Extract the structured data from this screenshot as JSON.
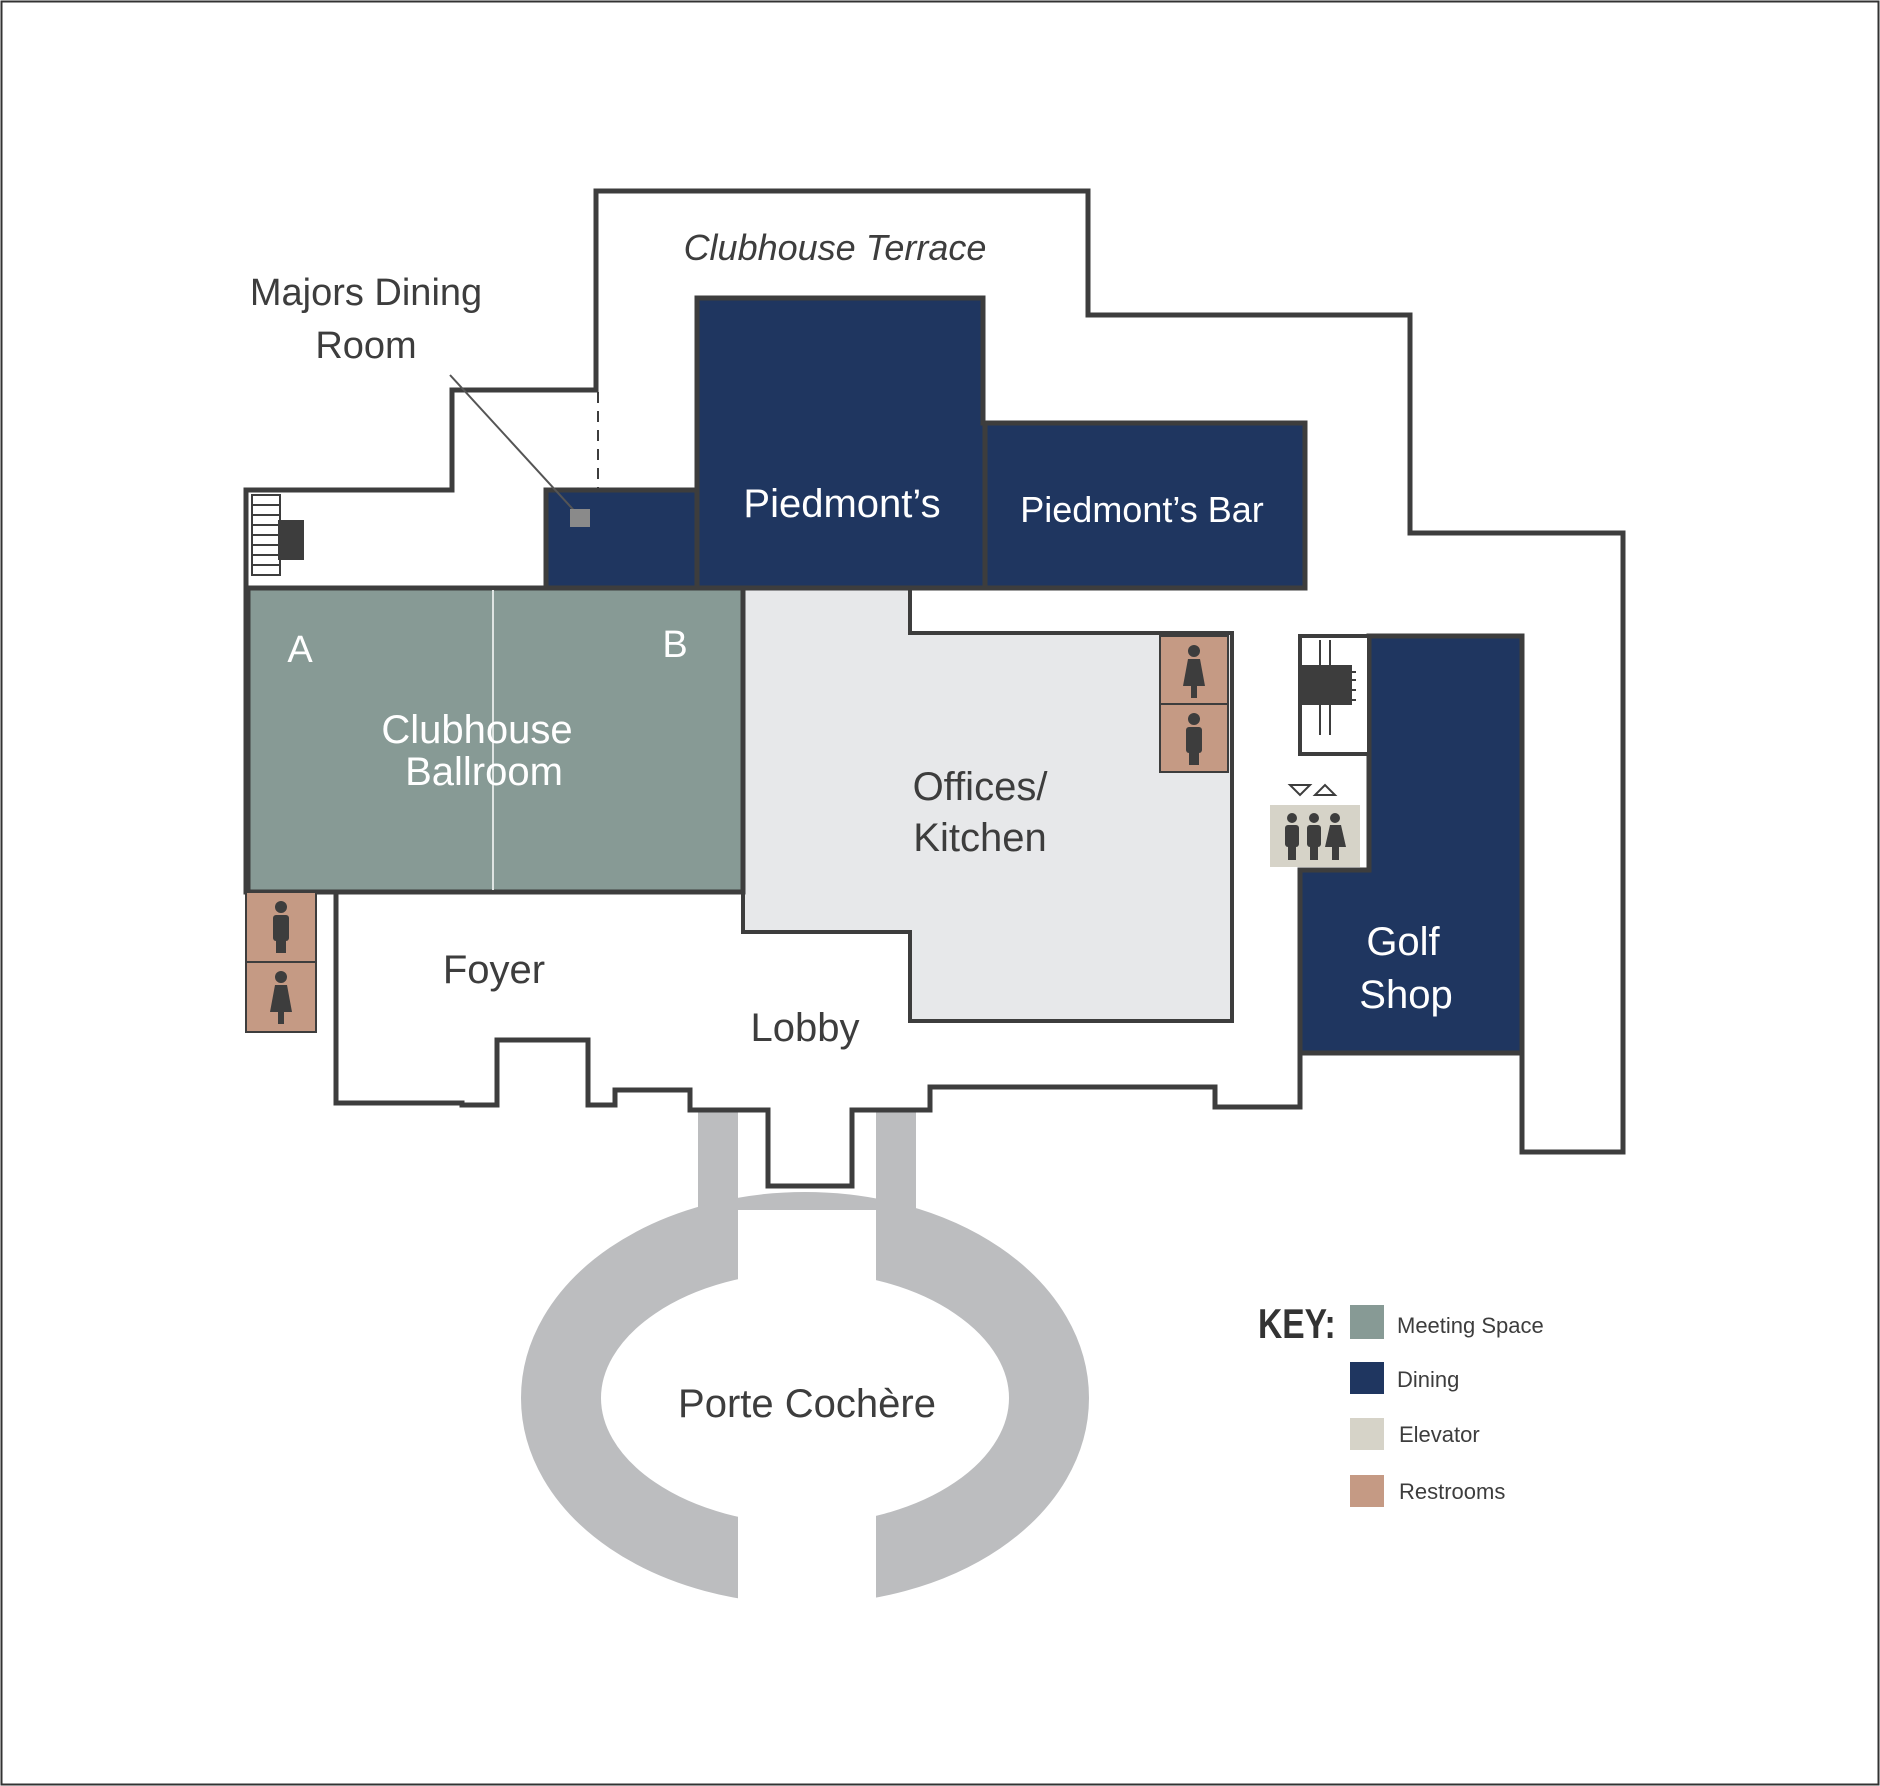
{
  "map": {
    "labels": {
      "terrace": "Clubhouse Terrace",
      "majors_line1": "Majors Dining",
      "majors_line2": "Room",
      "piedmonts": "Piedmont’s",
      "piedmonts_bar": "Piedmont’s Bar",
      "ballroom_a": "A",
      "ballroom_b": "B",
      "ballroom_line1": "Clubhouse",
      "ballroom_line2": "Ballroom",
      "offices_line1": "Offices/",
      "offices_line2": "Kitchen",
      "foyer": "Foyer",
      "lobby": "Lobby",
      "golf_line1": "Golf",
      "golf_line2": "Shop",
      "porte": "Porte Cochère"
    }
  },
  "key": {
    "title": "KEY:",
    "items": [
      {
        "label": "Meeting Space",
        "color": "#879a95"
      },
      {
        "label": "Dining",
        "color": "#1f3660"
      },
      {
        "label": "Elevator",
        "color": "#d6d3c8"
      },
      {
        "label": "Restrooms",
        "color": "#c59a84"
      }
    ]
  },
  "colors": {
    "wall": "#3d3d3d",
    "meeting_space": "#879a95",
    "dining": "#1f3660",
    "elevator": "#d6d3c8",
    "restrooms": "#c59a84",
    "offices": "#e7e8ea",
    "driveway": "#bcbdbf",
    "border": "#333333"
  },
  "icons": [
    "stairs-icon",
    "restroom-women-icon",
    "restroom-men-icon",
    "elevator-icon"
  ]
}
